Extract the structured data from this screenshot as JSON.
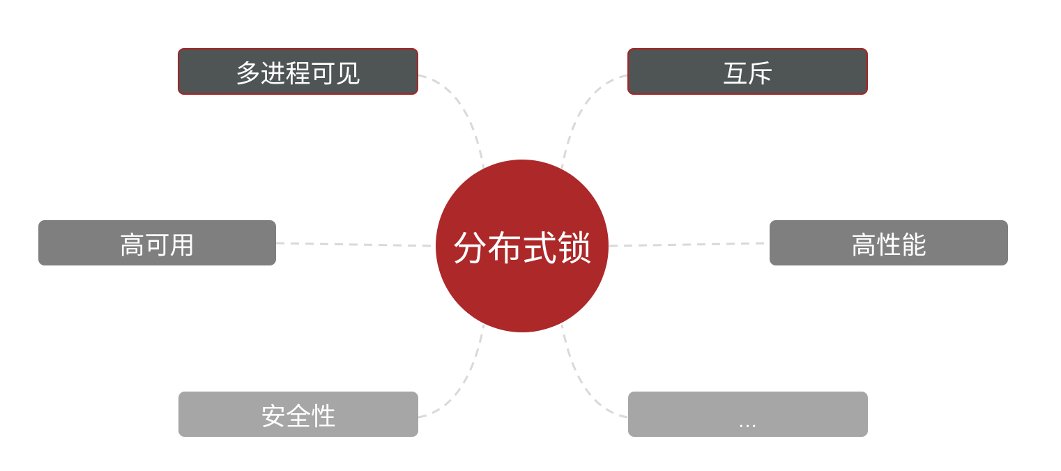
{
  "diagram": {
    "type": "mind-map",
    "center": {
      "label": "分布式锁",
      "color": "#ad2828"
    },
    "branches": [
      {
        "id": "top-left",
        "label": "多进程可见",
        "fill": "#4f5454",
        "border": "#a82323"
      },
      {
        "id": "top-right",
        "label": "互斥",
        "fill": "#4f5454",
        "border": "#a82323"
      },
      {
        "id": "mid-left",
        "label": "高可用",
        "fill": "#7f7f7f"
      },
      {
        "id": "mid-right",
        "label": "高性能",
        "fill": "#7f7f7f"
      },
      {
        "id": "bottom-left",
        "label": "安全性",
        "fill": "#a6a6a6"
      },
      {
        "id": "bottom-right",
        "label": "...",
        "fill": "#a6a6a6"
      }
    ],
    "connector_color": "#d9d9d9",
    "connector_style": "dashed"
  }
}
